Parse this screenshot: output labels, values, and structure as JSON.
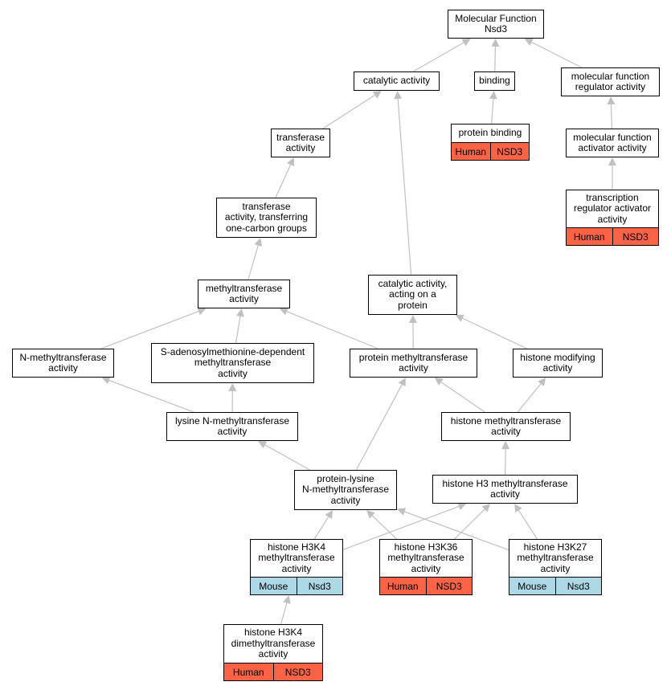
{
  "colors": {
    "human": "#fa6346",
    "mouse": "#add8e6",
    "edge": "#c0c0c0"
  },
  "nodes": {
    "root": {
      "label": "Molecular Function\nNsd3"
    },
    "cat": {
      "label": "catalytic activity"
    },
    "bind": {
      "label": "binding"
    },
    "mfreg": {
      "label": "molecular function\nregulator activity"
    },
    "pbind": {
      "label": "protein binding",
      "species": "Human",
      "gene": "NSD3"
    },
    "mfact": {
      "label": "molecular function\nactivator activity"
    },
    "trans": {
      "label": "transferase\nactivity"
    },
    "tract": {
      "label": "transcription\nregulator activator\nactivity",
      "species": "Human",
      "gene": "NSD3"
    },
    "tr1c": {
      "label": "transferase\nactivity, transferring\none-carbon groups"
    },
    "catprot": {
      "label": "catalytic activity,\nacting on a\nprotein"
    },
    "mtase": {
      "label": "methyltransferase\nactivity"
    },
    "nmt": {
      "label": "N-methyltransferase\nactivity"
    },
    "sam": {
      "label": "S-adenosylmethionine-dependent\nmethyltransferase\nactivity"
    },
    "pmt": {
      "label": "protein methyltransferase\nactivity"
    },
    "hmod": {
      "label": "histone modifying\nactivity"
    },
    "lysnmt": {
      "label": "lysine N-methyltransferase\nactivity"
    },
    "hmt": {
      "label": "histone methyltransferase\nactivity"
    },
    "plnmt": {
      "label": "protein-lysine\nN-methyltransferase\nactivity"
    },
    "h3mt": {
      "label": "histone H3 methyltransferase\nactivity"
    },
    "h3k4": {
      "label": "histone H3K4\nmethyltransferase\nactivity",
      "species": "Mouse",
      "gene": "Nsd3"
    },
    "h3k36": {
      "label": "histone H3K36\nmethyltransferase\nactivity",
      "species": "Human",
      "gene": "NSD3"
    },
    "h3k27": {
      "label": "histone H3K27\nmethyltransferase\nactivity",
      "species": "Mouse",
      "gene": "Nsd3"
    },
    "h3k4di": {
      "label": "histone H3K4\ndimethyltransferase\nactivity",
      "species": "Human",
      "gene": "NSD3"
    }
  },
  "edges": [
    [
      "cat",
      "root"
    ],
    [
      "bind",
      "root"
    ],
    [
      "mfreg",
      "root"
    ],
    [
      "pbind",
      "bind"
    ],
    [
      "mfact",
      "mfreg"
    ],
    [
      "tract",
      "mfact"
    ],
    [
      "trans",
      "cat"
    ],
    [
      "catprot",
      "cat"
    ],
    [
      "tr1c",
      "trans"
    ],
    [
      "mtase",
      "tr1c"
    ],
    [
      "nmt",
      "mtase"
    ],
    [
      "sam",
      "mtase"
    ],
    [
      "pmt",
      "mtase"
    ],
    [
      "pmt",
      "catprot"
    ],
    [
      "hmod",
      "catprot"
    ],
    [
      "lysnmt",
      "nmt"
    ],
    [
      "lysnmt",
      "sam"
    ],
    [
      "hmt",
      "pmt"
    ],
    [
      "hmt",
      "hmod"
    ],
    [
      "plnmt",
      "lysnmt"
    ],
    [
      "plnmt",
      "pmt"
    ],
    [
      "h3mt",
      "hmt"
    ],
    [
      "h3k4",
      "plnmt"
    ],
    [
      "h3k4",
      "h3mt"
    ],
    [
      "h3k36",
      "plnmt"
    ],
    [
      "h3k36",
      "h3mt"
    ],
    [
      "h3k27",
      "plnmt"
    ],
    [
      "h3k27",
      "h3mt"
    ],
    [
      "h3k4di",
      "h3k4"
    ]
  ]
}
